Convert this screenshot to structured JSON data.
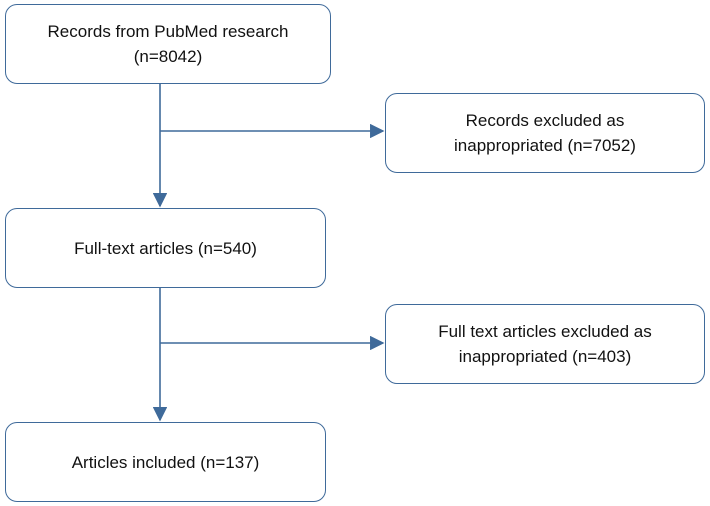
{
  "flowchart": {
    "records": {
      "line1": "Records from PubMed research",
      "line2": "(n=8042)"
    },
    "excluded_1": {
      "line1": "Records excluded as",
      "line2": "inappropriated (n=7052)"
    },
    "fulltext": {
      "line1": "Full-text articles (n=540)"
    },
    "excluded_2": {
      "line1": "Full text articles excluded as",
      "line2": "inappropriated (n=403)"
    },
    "included": {
      "line1": "Articles included (n=137)"
    }
  },
  "colors": {
    "border": "#3f6a9a",
    "arrow": "#3f6a9a",
    "text": "#111111"
  }
}
